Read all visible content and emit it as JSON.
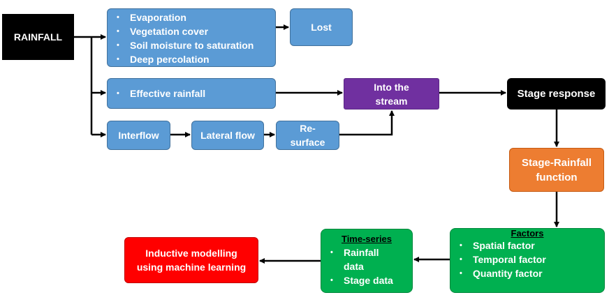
{
  "rainfall": "RAINFALL",
  "losses": [
    "Evaporation",
    "Vegetation cover",
    "Soil moisture to saturation",
    "Deep percolation"
  ],
  "lost": "Lost",
  "effective": [
    "Effective rainfall"
  ],
  "interflow": "Interflow",
  "lateral_flow": "Lateral flow",
  "resurface": {
    "line1": "Re-",
    "line2": "surface"
  },
  "stream": {
    "line1": "Into the",
    "line2": "stream"
  },
  "stage_response": "Stage response",
  "stage_rainfall": {
    "line1": "Stage-Rainfall",
    "line2": "function"
  },
  "factors": {
    "title": "Factors",
    "items": [
      "Spatial factor",
      "Temporal factor",
      "Quantity factor"
    ]
  },
  "timeseries": {
    "title": "Time-series",
    "item1a": "Rainfall",
    "item1b": "data",
    "item2": "Stage data"
  },
  "inductive": {
    "line1": "Inductive modelling",
    "line2": "using machine learning"
  },
  "colors": {
    "blue": "#5b9bd5",
    "purple": "#7030a0",
    "black": "#000000",
    "orange": "#ed7d31",
    "green": "#00b050",
    "red": "#ff0000"
  }
}
